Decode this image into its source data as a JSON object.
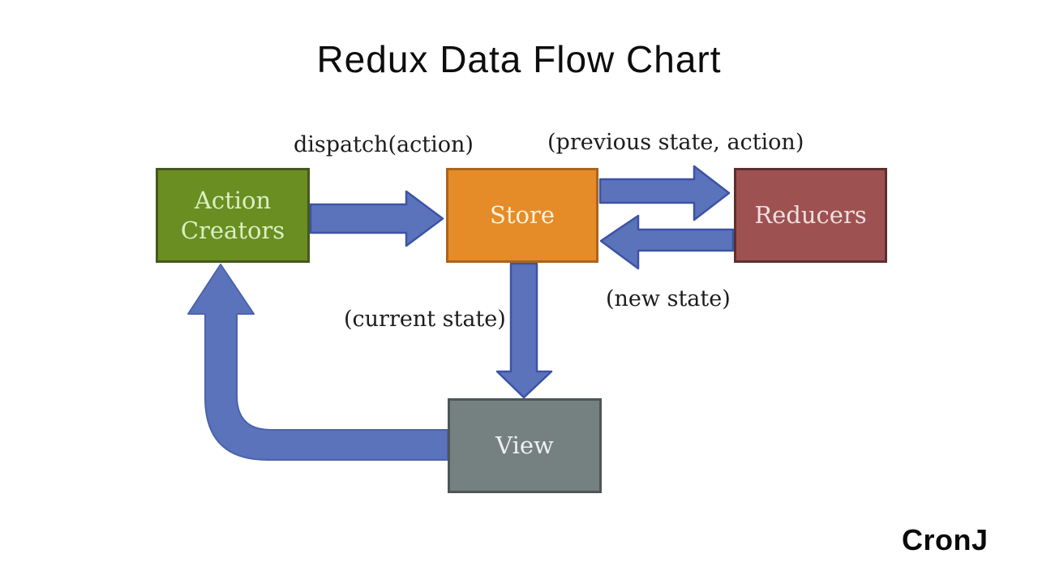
{
  "title": "Redux Data Flow Chart",
  "watermark": "CronJ",
  "colors": {
    "background": "#ffffff",
    "title_text": "#0d0d0d",
    "edge_label_text": "#1c1c1e",
    "arrow_fill": "#5b73bb",
    "arrow_stroke": "#3c53a5",
    "elbow_arrow_fill": "#5b73bb",
    "elbow_arrow_stroke": "#4c63ad",
    "watermark_text": "#0a0a0a"
  },
  "nodes": {
    "action_creators": {
      "label": "Action Creators",
      "fill": "#6a8e22",
      "border": "#44591c",
      "text_color": "#dcefc3"
    },
    "store": {
      "label": "Store",
      "fill": "#e58c29",
      "border": "#a8651c",
      "text_color": "#fdf2d8"
    },
    "reducers": {
      "label": "Reducers",
      "fill": "#9e5151",
      "border": "#5e2f2f",
      "text_color": "#f0dede"
    },
    "view": {
      "label": "View",
      "fill": "#758081",
      "border": "#4e5557",
      "text_color": "#edf0ef"
    }
  },
  "edges": {
    "dispatch": {
      "label": "dispatch(action)",
      "from": "Action Creators",
      "to": "Store"
    },
    "previous_state": {
      "label": "(previous state, action)",
      "from": "Store",
      "to": "Reducers"
    },
    "new_state": {
      "label": "(new state)",
      "from": "Reducers",
      "to": "Store"
    },
    "current_state": {
      "label": "(current state)",
      "from": "Store",
      "to": "View"
    },
    "render_loop": {
      "label": "",
      "from": "View",
      "to": "Action Creators"
    }
  }
}
